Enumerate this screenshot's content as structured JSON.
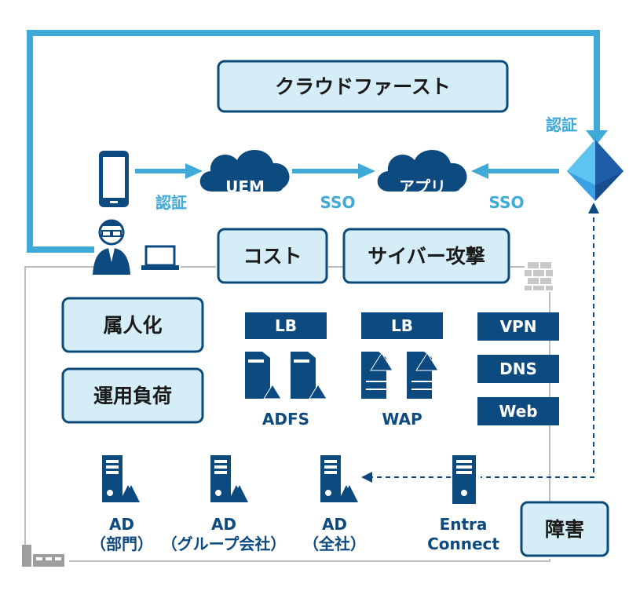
{
  "issues": {
    "cloud_first": "クラウドファースト",
    "cost": "コスト",
    "cyber_attack": "サイバー攻撃",
    "personalization": "属人化",
    "operation_load": "運用負荷",
    "failure": "障害"
  },
  "flow": {
    "auth_top": "認証",
    "auth_mobile": "認証",
    "sso_uem": "SSO",
    "sso_entra": "SSO"
  },
  "clouds": {
    "uem": "UEM",
    "app": "アプリ"
  },
  "onprem": {
    "lb_adfs": "LB",
    "lb_wap": "LB",
    "vpn": "VPN",
    "dns": "DNS",
    "web": "Web",
    "adfs": "ADFS",
    "wap": "WAP"
  },
  "servers": {
    "ad_dept_line1": "AD",
    "ad_dept_line2": "（部門）",
    "ad_group_line1": "AD",
    "ad_group_line2": "（グループ会社）",
    "ad_all_line1": "AD",
    "ad_all_line2": "（全社）",
    "entra_line1": "Entra",
    "entra_line2": "Connect"
  },
  "colors": {
    "accent_blue": "#3fa9d8",
    "navy": "#0d4a80",
    "issue_fill": "#d4edf6"
  },
  "icons": [
    "smartphone-icon",
    "user-icon",
    "laptop-icon",
    "cloud-icon",
    "entra-id-icon",
    "firewall-icon",
    "building-icon",
    "server-icon"
  ]
}
